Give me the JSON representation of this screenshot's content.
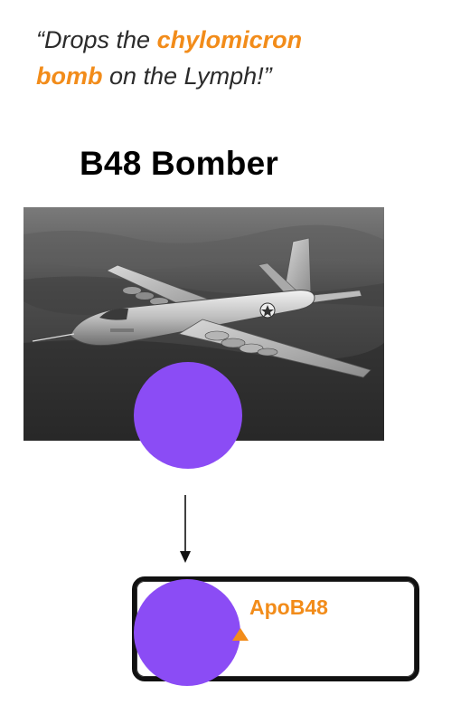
{
  "quote": {
    "open": "“Drops the ",
    "highlight1": "chylomicron",
    "space": " ",
    "highlight2": "bomb",
    "rest": " on the Lymph!”"
  },
  "heading": "B48 Bomber",
  "diagram": {
    "apo_label": "ApoB48"
  },
  "colors": {
    "accent": "#f28c1a",
    "chylomicron": "#8b4cf5",
    "text": "#2b2b2b"
  },
  "icons": {
    "arrow": "arrow-down-icon",
    "apo": "triangle-icon"
  }
}
